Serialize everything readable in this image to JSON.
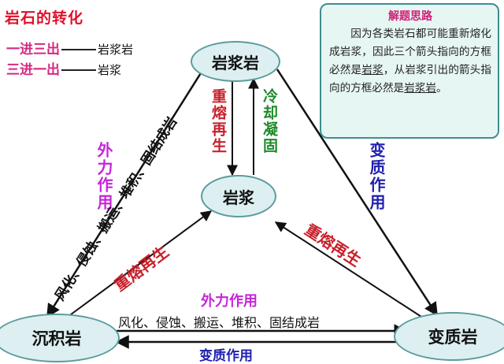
{
  "legend": {
    "title": "岩石的转化",
    "line1": {
      "key": "一进三出",
      "rock": "岩浆岩"
    },
    "line2": {
      "key": "三进一出",
      "rock": "岩浆"
    }
  },
  "hint": {
    "title": "解题思路",
    "p1": "因为各类岩石都可能重新熔化成岩浆，因此三个箭头指向的方框必然是",
    "u1": "岩浆",
    "p2": "，从岩浆引出的箭头指向的方框必然是",
    "u2": "岩浆岩",
    "p3": "。"
  },
  "nodes": {
    "magmatic_rock": "岩浆岩",
    "magma": "岩浆",
    "sedimentary_rock": "沉积岩",
    "metamorphic_rock": "变质岩"
  },
  "labels": {
    "remelt_vertical": "重熔再生",
    "cool_solidify": "冷却凝固",
    "external_force_left": "外力作用",
    "weathering_left": "风化、侵蚀、搬运、堆积、固结成岩",
    "metamorphism_right": "变质作用",
    "remelt_left": "重熔再生",
    "remelt_right": "重熔再生",
    "external_force_bottom": "外力作用",
    "weathering_bottom": "风化、侵蚀、搬运、堆积、固结成岩",
    "metamorphism_bottom": "变质作用"
  },
  "colors": {
    "red": "#c8202a",
    "green": "#1f8a2a",
    "magenta": "#c526d8",
    "blue": "#2020b0"
  }
}
